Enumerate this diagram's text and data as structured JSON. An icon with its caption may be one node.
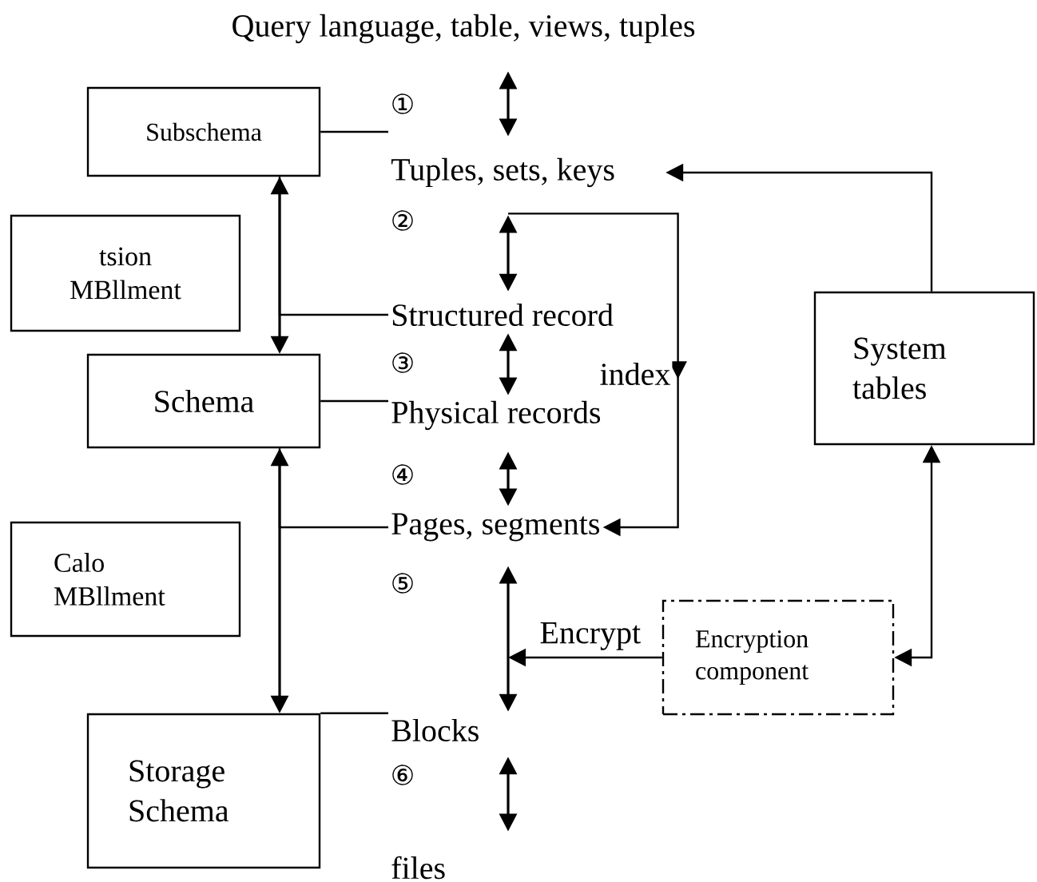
{
  "diagram": {
    "nodes": [
      {
        "text": [
          "Query language, table, views, tuples"
        ]
      },
      {
        "text": [
          "Subschema"
        ]
      },
      {
        "text": [
          "Tuples, sets, keys"
        ]
      },
      {
        "text": [
          "tsion MBllment"
        ]
      },
      {
        "text": [
          "Structured record"
        ]
      },
      {
        "text": [
          "Schema"
        ]
      },
      {
        "text": [
          "System tables"
        ]
      },
      {
        "text": [
          "Physical records"
        ]
      },
      {
        "text": [
          "Pages, segments"
        ]
      },
      {
        "text": [
          "Calo MBllment"
        ]
      },
      {
        "text": [
          "Encryption component"
        ]
      },
      {
        "text": [
          "Storage Schema"
        ]
      },
      {
        "text": [
          "Blocks"
        ]
      },
      {
        "text": [
          "files"
        ]
      }
    ],
    "edges": [
      {
        "from": 0,
        "to": 2,
        "arrow": "both"
      },
      {
        "from": 1,
        "to": 2,
        "arrow": "none"
      },
      {
        "from": 6,
        "to": 2,
        "arrow": "to"
      },
      {
        "from": 2,
        "to": 4,
        "arrow": "both"
      },
      {
        "from": 2,
        "to": 8,
        "arrow": "to",
        "label": "index"
      },
      {
        "from": 1,
        "to": 5,
        "arrow": "both"
      },
      {
        "from": 4,
        "to": 1,
        "arrow": "none"
      },
      {
        "from": 5,
        "to": 7,
        "arrow": "none"
      },
      {
        "from": 4,
        "to": 7,
        "arrow": "both"
      },
      {
        "from": 7,
        "to": 8,
        "arrow": "both"
      },
      {
        "from": 5,
        "to": 11,
        "arrow": "both"
      },
      {
        "from": 8,
        "to": 5,
        "arrow": "none"
      },
      {
        "from": 8,
        "to": 12,
        "arrow": "both"
      },
      {
        "from": 10,
        "to": null,
        "arrow": "to",
        "label": "Encrypt"
      },
      {
        "from": 6,
        "to": 10,
        "arrow": "both"
      },
      {
        "from": 11,
        "to": 12,
        "arrow": "none"
      },
      {
        "from": 12,
        "to": 13,
        "arrow": "both"
      }
    ],
    "labels": [
      "①",
      "②",
      "③",
      "④",
      "⑤",
      "⑥"
    ]
  }
}
